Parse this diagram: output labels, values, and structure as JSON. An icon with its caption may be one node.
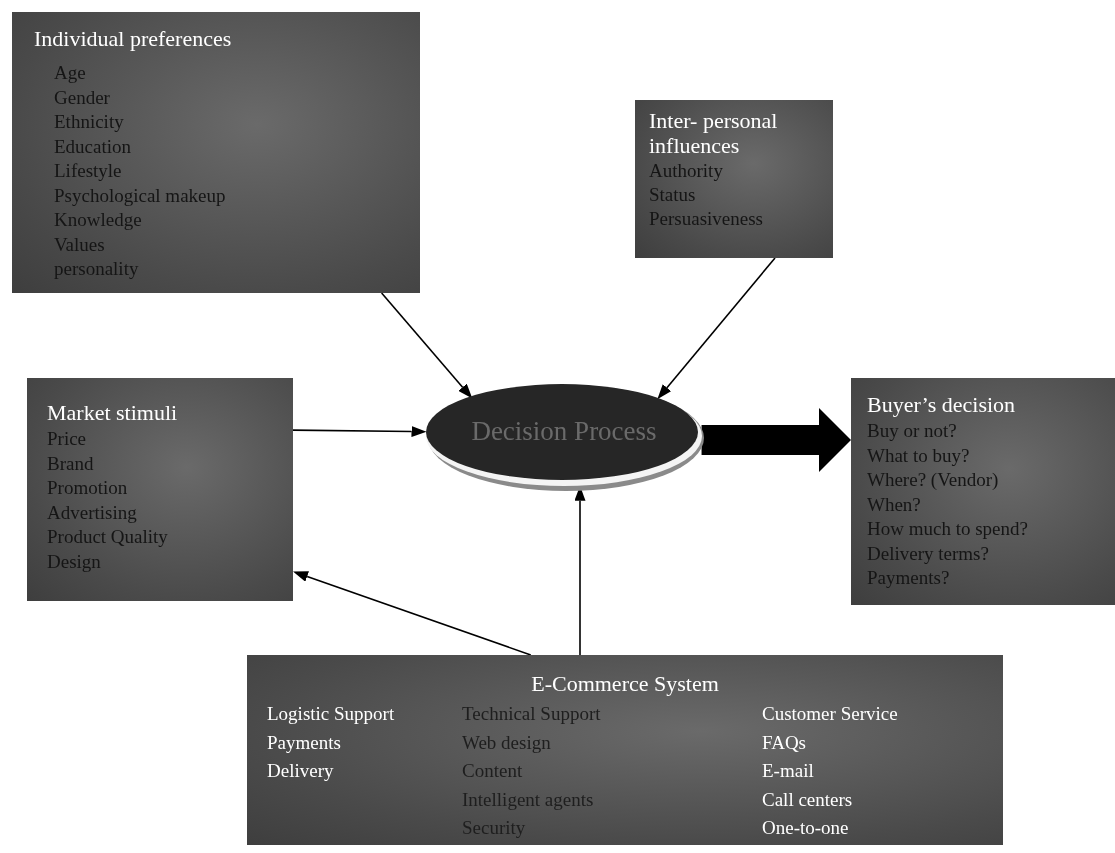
{
  "diagram": {
    "nodes": [
      {
        "text": [
          "Individual preferences",
          "Age",
          "Gender",
          "Ethnicity",
          "Education",
          "Lifestyle",
          "Psychological makeup",
          "Knowledge",
          "Values",
          "personality"
        ]
      },
      {
        "text": [
          "Inter- personal influences",
          "Authority",
          "Status",
          "Persuasiveness"
        ]
      },
      {
        "text": [
          "Market stimuli",
          "Price",
          "Brand",
          "Promotion",
          "Advertising",
          "Product Quality",
          "Design"
        ]
      },
      {
        "text": [
          "Decision Process"
        ]
      },
      {
        "text": [
          "Buyer’s decision",
          "Buy or not?",
          "What to buy?",
          "Where? (Vendor)",
          "When?",
          "How much to spend?",
          "Delivery terms?",
          "Payments?"
        ]
      },
      {
        "text": [
          "E-Commerce System",
          "Logistic Support",
          "Payments",
          "Delivery",
          "Technical Support",
          "Web design",
          "Content",
          "Intelligent agents",
          "Security",
          "Customer Service",
          "FAQs",
          "E-mail",
          "Call centers",
          "One-to-one"
        ]
      }
    ],
    "edges": [
      {
        "from": 0,
        "to": 3,
        "arrow": "to"
      },
      {
        "from": 1,
        "to": 3,
        "arrow": "to"
      },
      {
        "from": 2,
        "to": 3,
        "arrow": "to"
      },
      {
        "from": 3,
        "to": 4,
        "arrow": "to",
        "style": "thick"
      },
      {
        "from": 5,
        "to": 3,
        "arrow": "to"
      },
      {
        "from": 5,
        "to": 2,
        "arrow": "to"
      }
    ]
  }
}
